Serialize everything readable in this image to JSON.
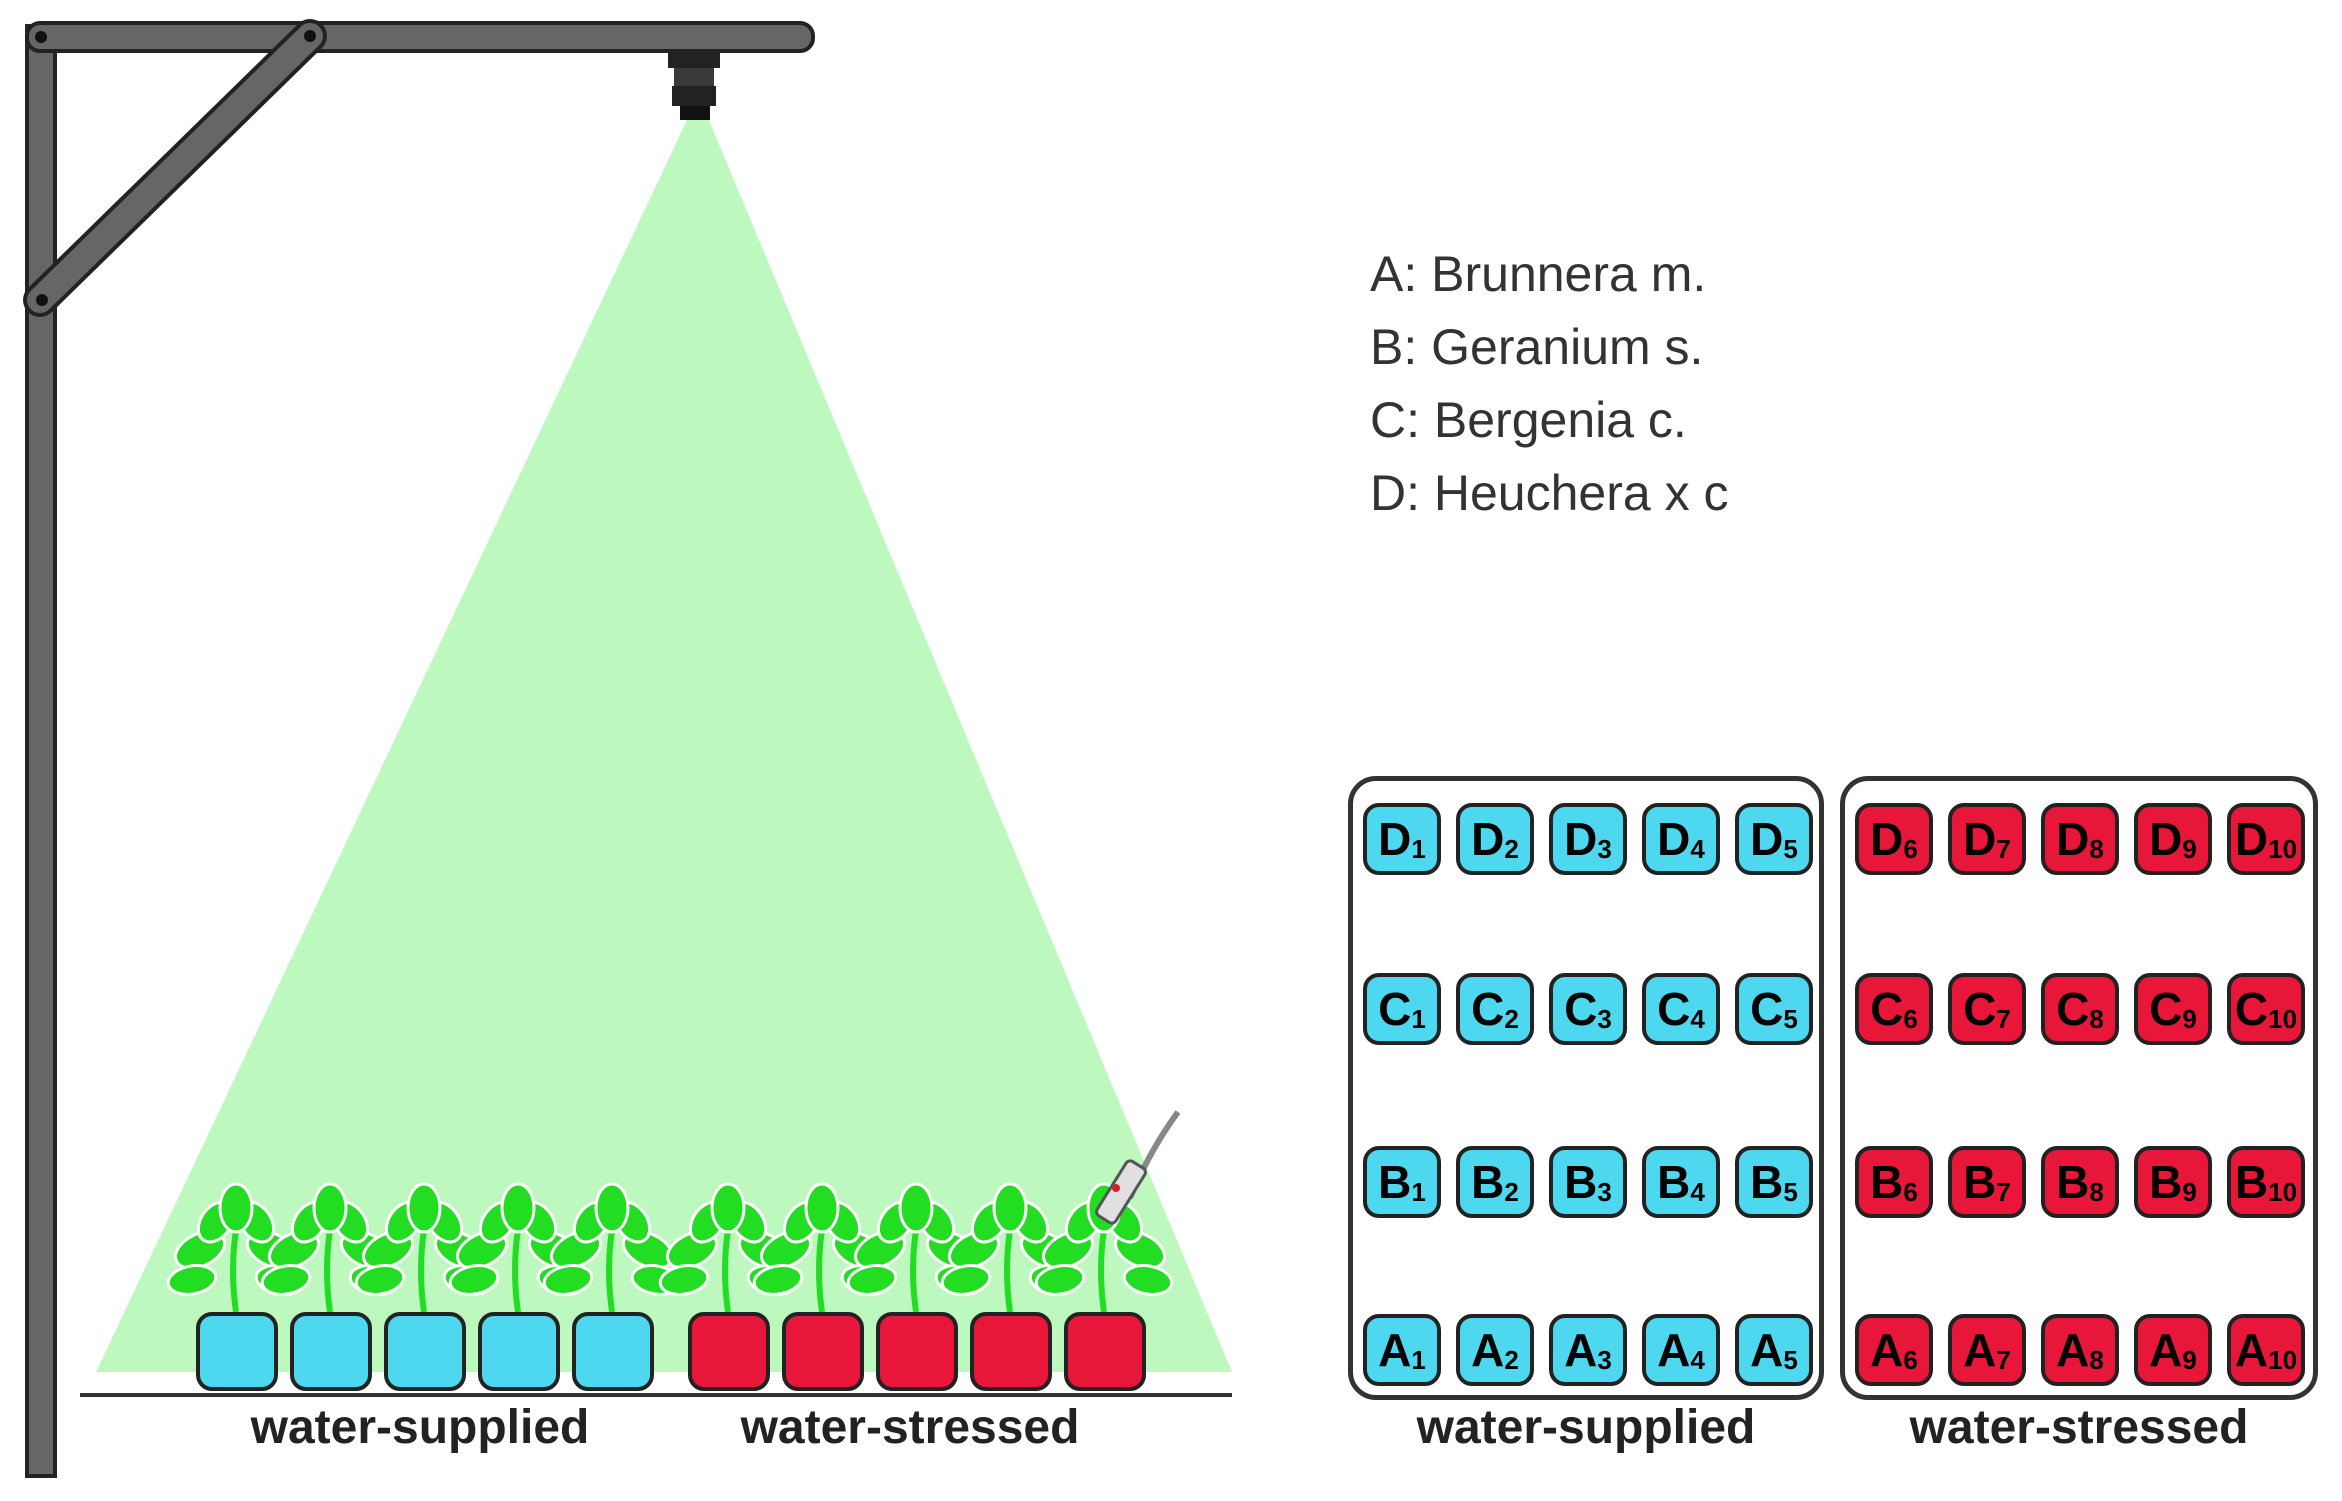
{
  "colors": {
    "water_supplied": "#4dd8f0",
    "water_stressed": "#e8173a",
    "light_cone": "#bdf9bf",
    "plant": "#22dd22",
    "frame": "#666666"
  },
  "legend": [
    {
      "key": "A",
      "text": "A: Brunnera m."
    },
    {
      "key": "B",
      "text": "B: Geranium s."
    },
    {
      "key": "C",
      "text": "C: Bergenia c."
    },
    {
      "key": "D",
      "text": "D: Heuchera x c"
    }
  ],
  "side_view": {
    "group_labels": {
      "supplied": "water-supplied",
      "stressed": "water-stressed"
    },
    "pots_supplied": 5,
    "pots_stressed": 5
  },
  "layout_view": {
    "supplied": {
      "label": "water-supplied",
      "rows": [
        [
          {
            "l": "D",
            "n": "1"
          },
          {
            "l": "D",
            "n": "2"
          },
          {
            "l": "D",
            "n": "3"
          },
          {
            "l": "D",
            "n": "4"
          },
          {
            "l": "D",
            "n": "5"
          }
        ],
        [
          {
            "l": "C",
            "n": "1"
          },
          {
            "l": "C",
            "n": "2"
          },
          {
            "l": "C",
            "n": "3"
          },
          {
            "l": "C",
            "n": "4"
          },
          {
            "l": "C",
            "n": "5"
          }
        ],
        [
          {
            "l": "B",
            "n": "1"
          },
          {
            "l": "B",
            "n": "2"
          },
          {
            "l": "B",
            "n": "3"
          },
          {
            "l": "B",
            "n": "4"
          },
          {
            "l": "B",
            "n": "5"
          }
        ],
        [
          {
            "l": "A",
            "n": "1"
          },
          {
            "l": "A",
            "n": "2"
          },
          {
            "l": "A",
            "n": "3"
          },
          {
            "l": "A",
            "n": "4"
          },
          {
            "l": "A",
            "n": "5"
          }
        ]
      ]
    },
    "stressed": {
      "label": "water-stressed",
      "rows": [
        [
          {
            "l": "D",
            "n": "6"
          },
          {
            "l": "D",
            "n": "7"
          },
          {
            "l": "D",
            "n": "8"
          },
          {
            "l": "D",
            "n": "9"
          },
          {
            "l": "D",
            "n": "10"
          }
        ],
        [
          {
            "l": "C",
            "n": "6"
          },
          {
            "l": "C",
            "n": "7"
          },
          {
            "l": "C",
            "n": "8"
          },
          {
            "l": "C",
            "n": "9"
          },
          {
            "l": "C",
            "n": "10"
          }
        ],
        [
          {
            "l": "B",
            "n": "6"
          },
          {
            "l": "B",
            "n": "7"
          },
          {
            "l": "B",
            "n": "8"
          },
          {
            "l": "B",
            "n": "9"
          },
          {
            "l": "B",
            "n": "10"
          }
        ],
        [
          {
            "l": "A",
            "n": "6"
          },
          {
            "l": "A",
            "n": "7"
          },
          {
            "l": "A",
            "n": "8"
          },
          {
            "l": "A",
            "n": "9"
          },
          {
            "l": "A",
            "n": "10"
          }
        ]
      ]
    }
  }
}
